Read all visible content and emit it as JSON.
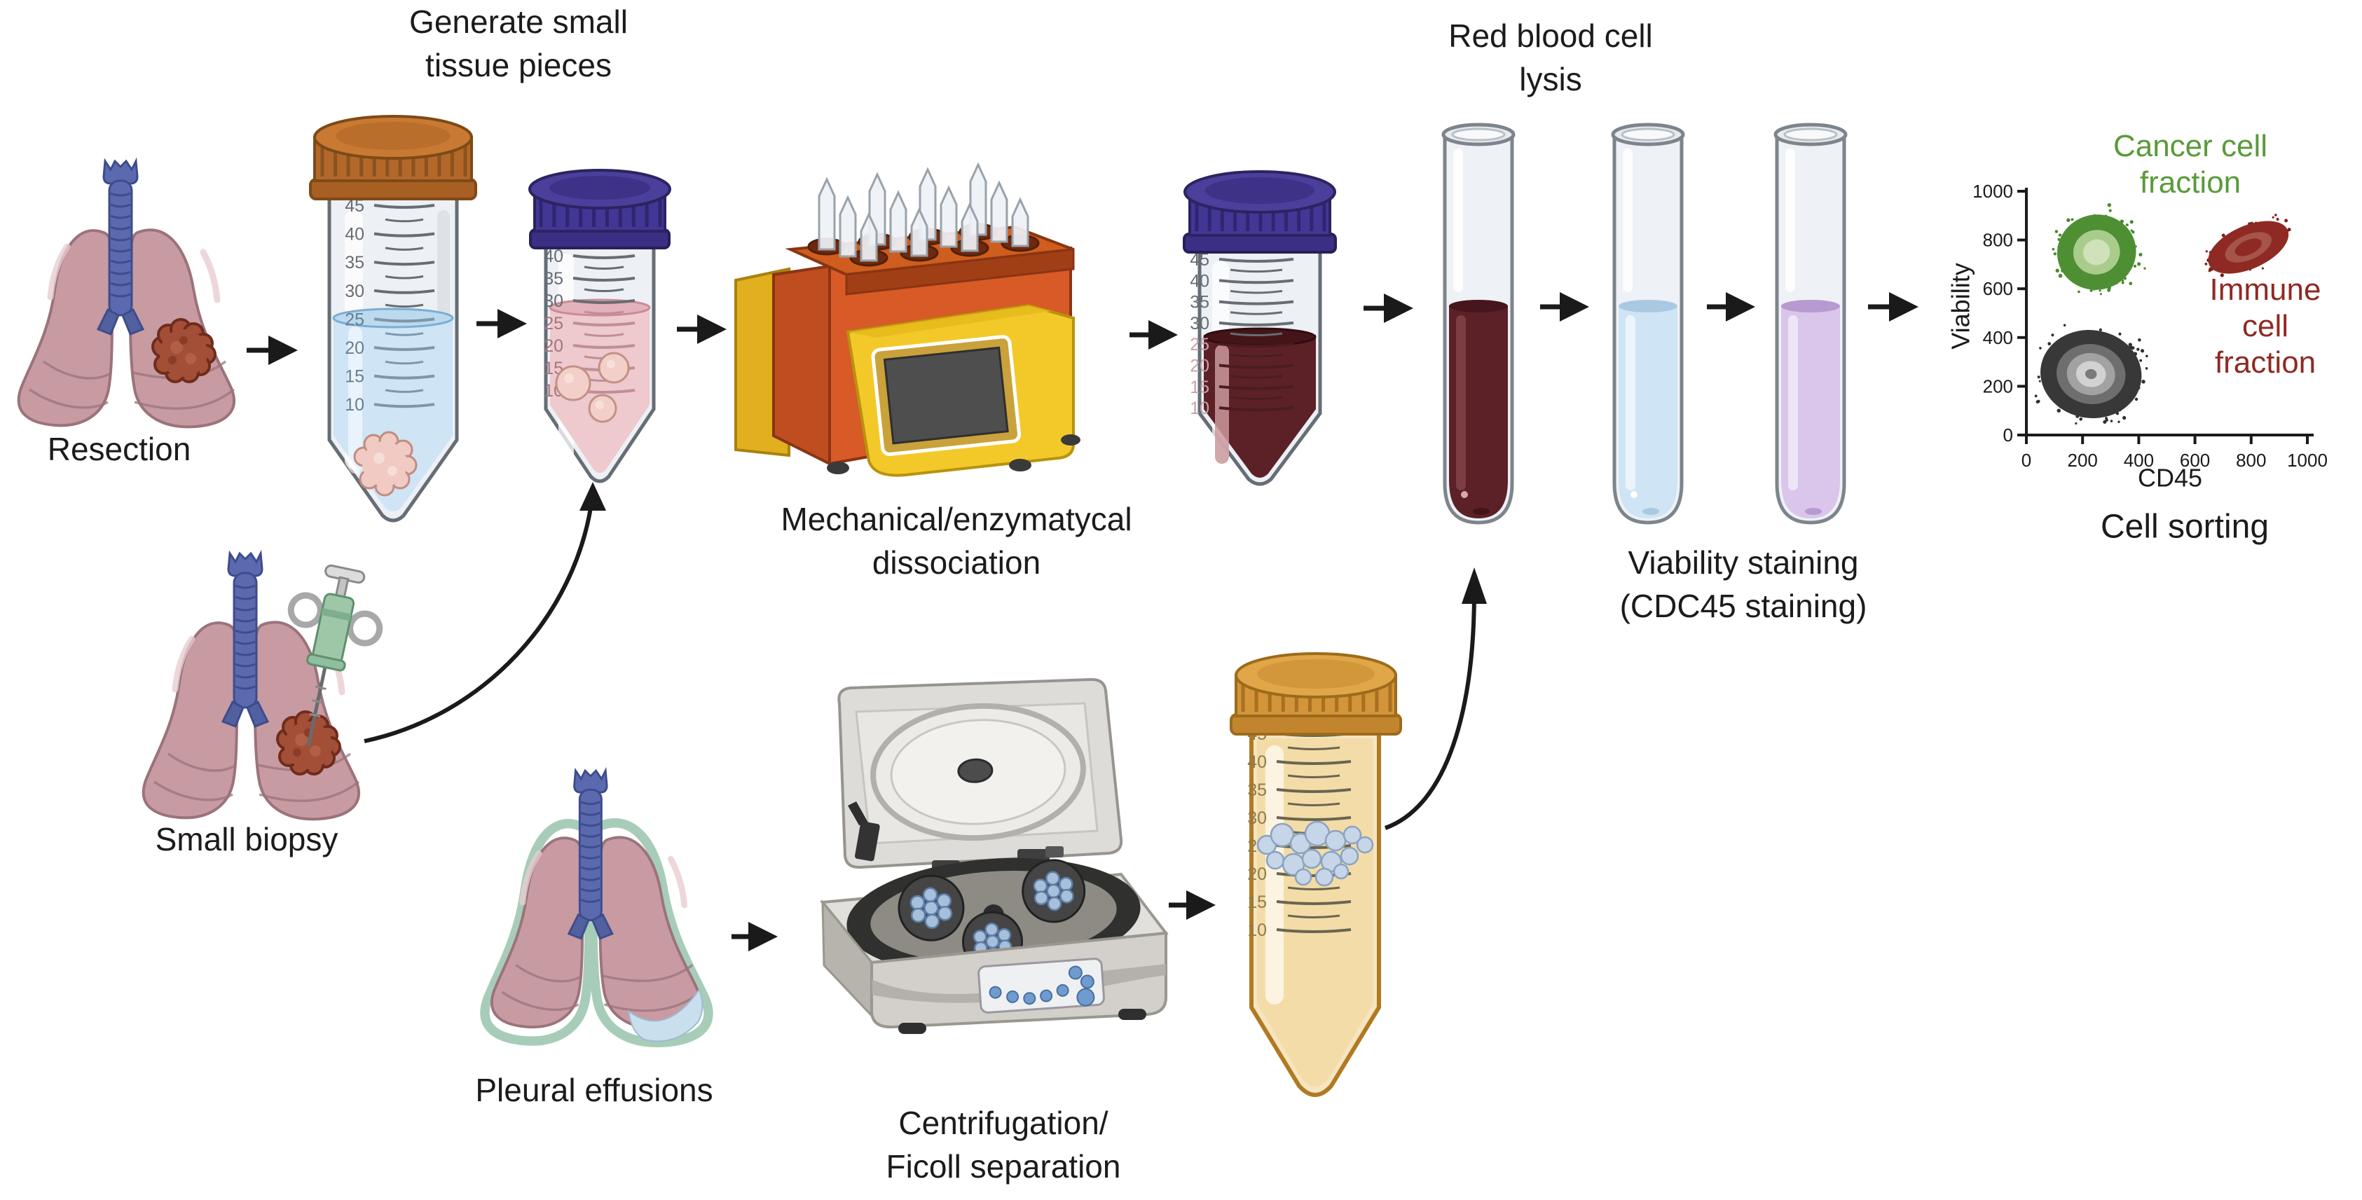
{
  "figure": {
    "captions": {
      "generate": "Generate small\ntissue pieces",
      "resection": "Resection",
      "mechanical": "Mechanical/enzymatycal\ndissociation",
      "rbc": "Red blood cell\nlysis",
      "viability": "Viability staining\n(CDC45 staining)",
      "biopsy": "Small biopsy",
      "pleural": "Pleural effusions",
      "centrifugation": "Centrifugation/\nFicoll separation",
      "cell_sorting": "Cell sorting"
    },
    "tube_graduations": [
      "45",
      "40",
      "35",
      "30",
      "25",
      "20",
      "15",
      "10"
    ]
  },
  "chart_data": {
    "type": "scatter",
    "title": "Cell sorting",
    "xlabel": "CD45",
    "ylabel": "Viability",
    "xlim": [
      0,
      1000
    ],
    "ylim": [
      0,
      1000
    ],
    "xticks": [
      0,
      200,
      400,
      600,
      800,
      1000
    ],
    "yticks": [
      0,
      200,
      400,
      600,
      800,
      1000
    ],
    "grid": false,
    "legend": false,
    "annotations": [
      {
        "text": "Cancer cell\nfraction",
        "color": "#5a9a3a",
        "x": 300,
        "y": 1120
      },
      {
        "text": "Immune\ncell fraction",
        "color": "#8e2a23",
        "x": 860,
        "y": 430
      }
    ],
    "clusters": [
      {
        "name": "cancer-cell-fraction",
        "center": [
          250,
          750
        ],
        "spread": [
          160,
          175
        ],
        "rotation": -15,
        "color": "#4a8a2f",
        "n": 620
      },
      {
        "name": "immune-cell-fraction",
        "center": [
          790,
          770
        ],
        "spread": [
          170,
          98
        ],
        "rotation": -24,
        "color": "#7c1f1b",
        "n": 560
      },
      {
        "name": "cd45neg-nonviable",
        "center": [
          230,
          250
        ],
        "spread": [
          205,
          205
        ],
        "rotation": 8,
        "color": "#2f2f2f",
        "n": 820
      }
    ]
  },
  "palette": {
    "arrow": "#1a1a1a",
    "text": "#1b1b1b",
    "lung_pink": "#c89ba2",
    "trachea_blue": "#5b6aae",
    "tumor_red": "#a34f38",
    "pleura_teal": "#a7cdb9",
    "effusion_blue": "#c9dfee",
    "cap_orange": "#b3682a",
    "cap_navy": "#433795",
    "glass_fill": "#edf0f4",
    "glass_outline": "#666d75",
    "liquid_blue": "#cfe4f5",
    "liquid_pink": "#eec9cd",
    "blood_dark": "#5c2127",
    "blood_round": "#5b2127",
    "stain_lightblue": "#cfe4f4",
    "stain_lavender": "#d9c6ea",
    "ficoll_cap": "#d3943a",
    "ficoll_body": "#f3dca8",
    "buffy_cells": "#c6d6e8",
    "machine_orange": "#d85a26",
    "machine_yellow": "#f3c92a",
    "machine_screen": "#4e4e4e",
    "centrifuge_body": "#d3d0cb",
    "syringe_green": "#9ec7a8",
    "cancer_green": "#5a9a3a",
    "immune_red": "#8e2a23"
  }
}
